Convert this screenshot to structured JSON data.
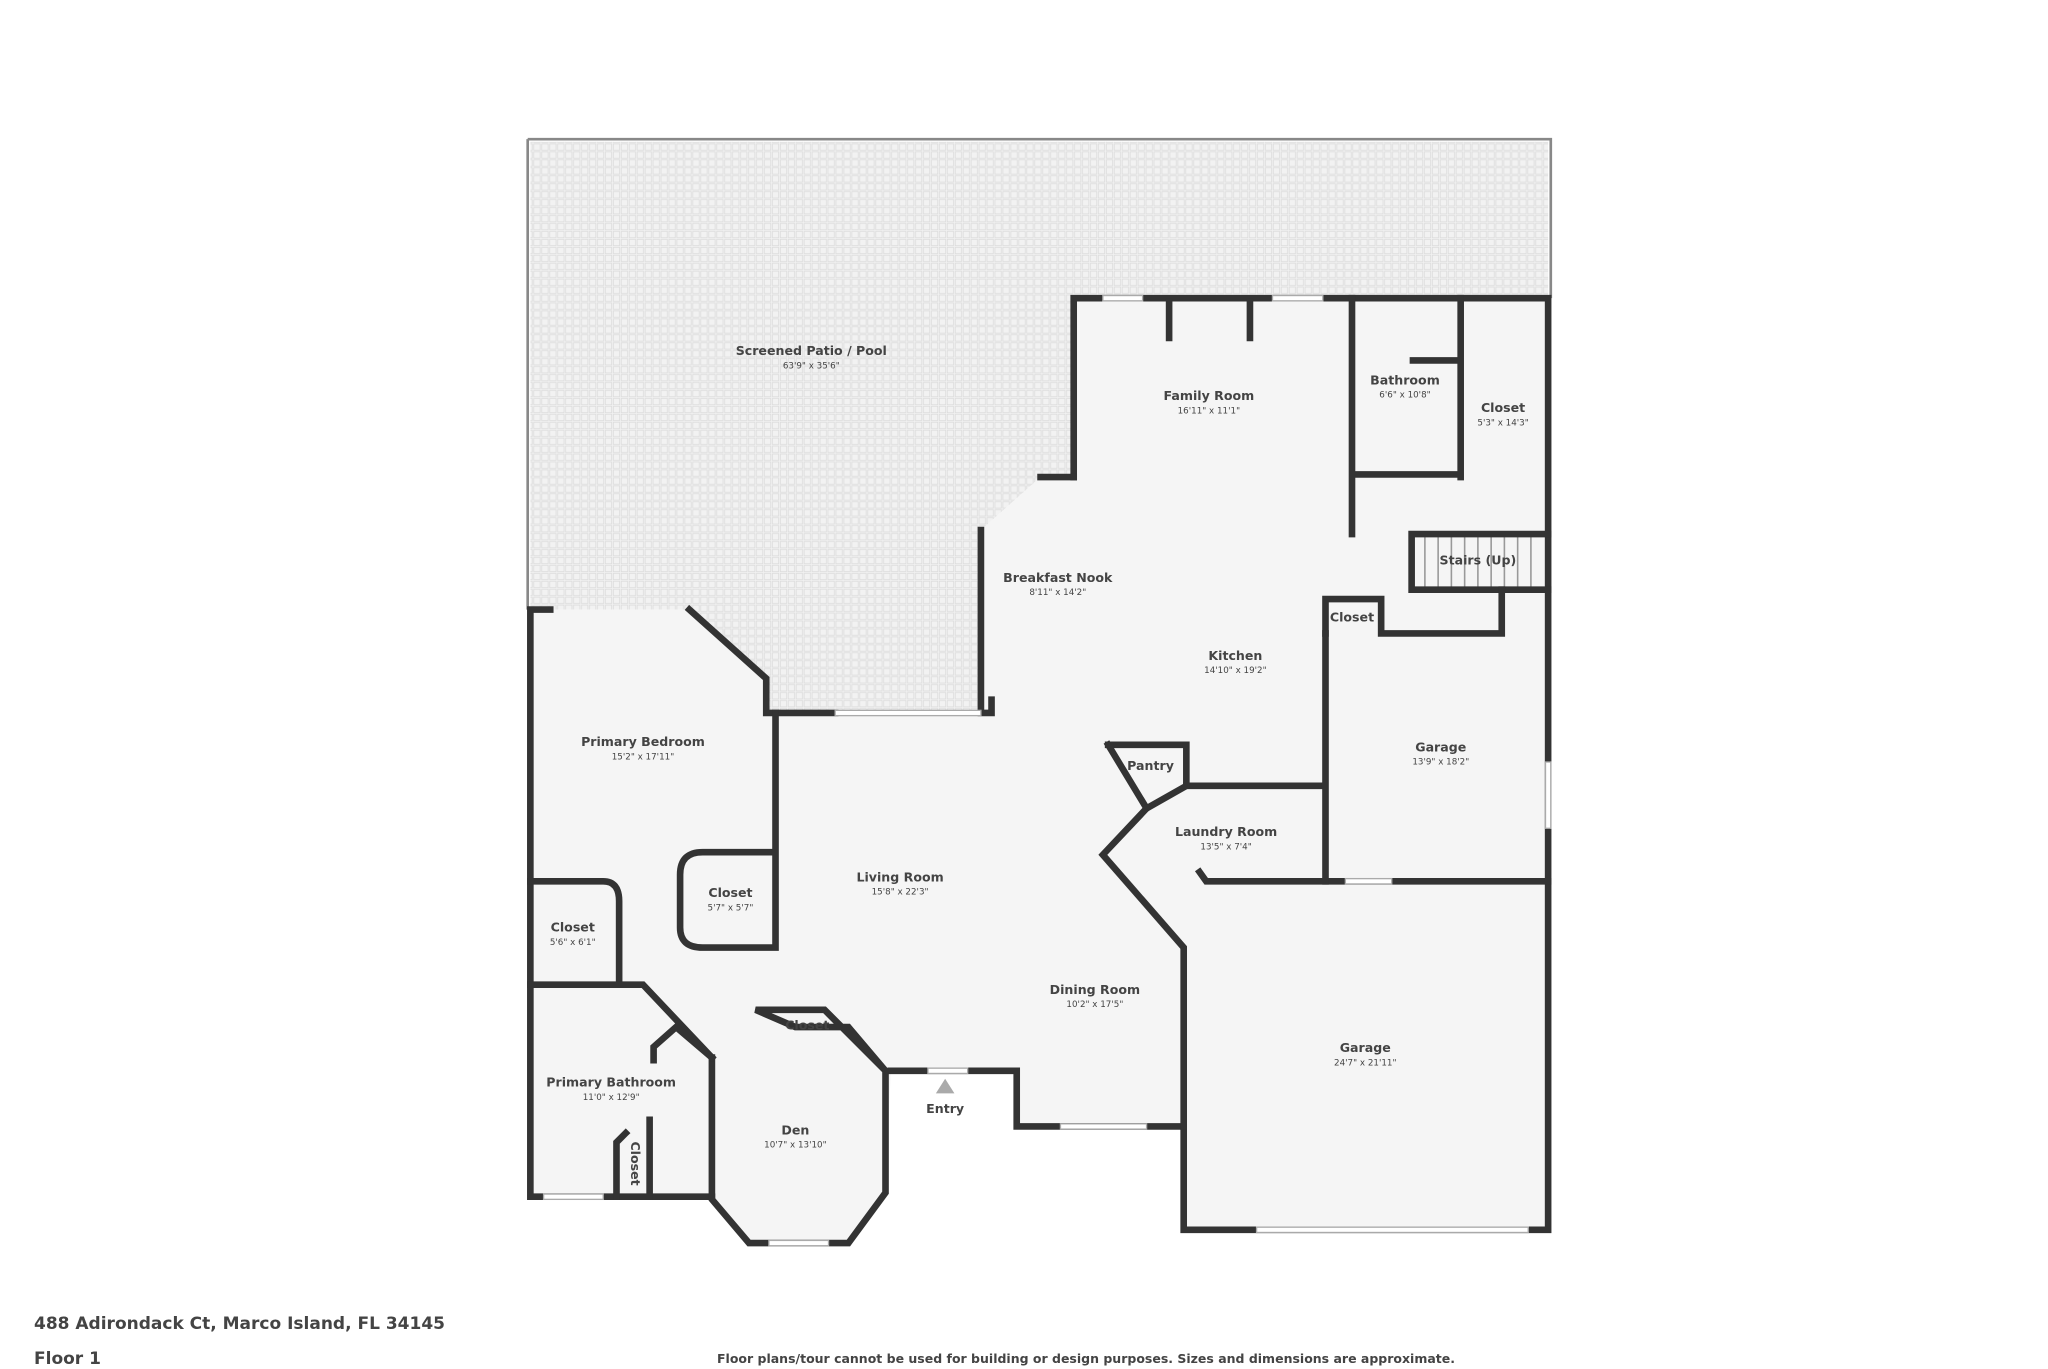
{
  "address": "488 Adirondack Ct, Marco Island, FL 34145",
  "floor": "Floor 1",
  "disclaimer": "Floor plans/tour cannot be used for building or design purposes. Sizes and dimensions are approximate.",
  "entry_label": "Entry",
  "colors": {
    "wall": "#333333",
    "floor": "#f5f5f5",
    "patio": "#ececec"
  },
  "rooms": [
    {
      "name": "Screened Patio / Pool",
      "dims": "63'9\" x 35'6\""
    },
    {
      "name": "Family Room",
      "dims": "16'11\" x 11'1\""
    },
    {
      "name": "Bathroom",
      "dims": "6'6\" x 10'8\""
    },
    {
      "name": "Closet",
      "dims": "5'3\" x 14'3\""
    },
    {
      "name": "Stairs (Up)",
      "dims": ""
    },
    {
      "name": "Breakfast Nook",
      "dims": "8'11\" x 14'2\""
    },
    {
      "name": "Closet",
      "dims": ""
    },
    {
      "name": "Kitchen",
      "dims": "14'10\" x 19'2\""
    },
    {
      "name": "Garage",
      "dims": "13'9\" x 18'2\""
    },
    {
      "name": "Pantry",
      "dims": ""
    },
    {
      "name": "Laundry Room",
      "dims": "13'5\" x 7'4\""
    },
    {
      "name": "Primary Bedroom",
      "dims": "15'2\" x 17'11\""
    },
    {
      "name": "Closet",
      "dims": "5'7\" x 5'7\""
    },
    {
      "name": "Living Room",
      "dims": "15'8\" x 22'3\""
    },
    {
      "name": "Closet",
      "dims": "5'6\" x 6'1\""
    },
    {
      "name": "Dining Room",
      "dims": "10'2\" x 17'5\""
    },
    {
      "name": "Garage",
      "dims": "24'7\" x 21'11\""
    },
    {
      "name": "Closet",
      "dims": ""
    },
    {
      "name": "Primary Bathroom",
      "dims": "11'0\" x 12'9\""
    },
    {
      "name": "Den",
      "dims": "10'7\" x 13'10\""
    },
    {
      "name": "Closet",
      "dims": ""
    }
  ]
}
